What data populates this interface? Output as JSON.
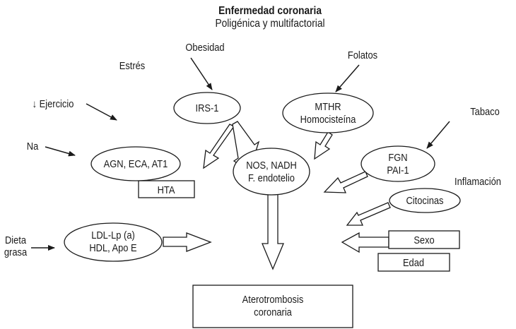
{
  "diagram": {
    "title": "Enfermedad coronaria",
    "subtitle": "Poligénica y multifactorial",
    "factors": {
      "estres": "Estrés",
      "obesidad": "Obesidad",
      "folatos": "Folatos",
      "ejercicio": "↓ Ejercicio",
      "tabaco": "Tabaco",
      "na": "Na",
      "inflamacion": "Inflamación",
      "dieta_line1": "Dieta",
      "dieta_line2": "grasa"
    },
    "nodes": {
      "irs1": "IRS-1",
      "mthr_line1": "MTHR",
      "mthr_line2": "Homocisteína",
      "agn": "AGN, ECA, AT1",
      "hta": "HTA",
      "nos_line1": "NOS, NADH",
      "nos_line2": "F. endotelio",
      "fgn_line1": "FGN",
      "fgn_line2": "PAI-1",
      "citocinas": "Citocinas",
      "ldl_line1": "LDL-Lp (a)",
      "ldl_line2": "HDL, Apo E",
      "sexo": "Sexo",
      "edad": "Edad",
      "outcome_line1": "Aterotrombosis",
      "outcome_line2": "coronaria"
    }
  }
}
